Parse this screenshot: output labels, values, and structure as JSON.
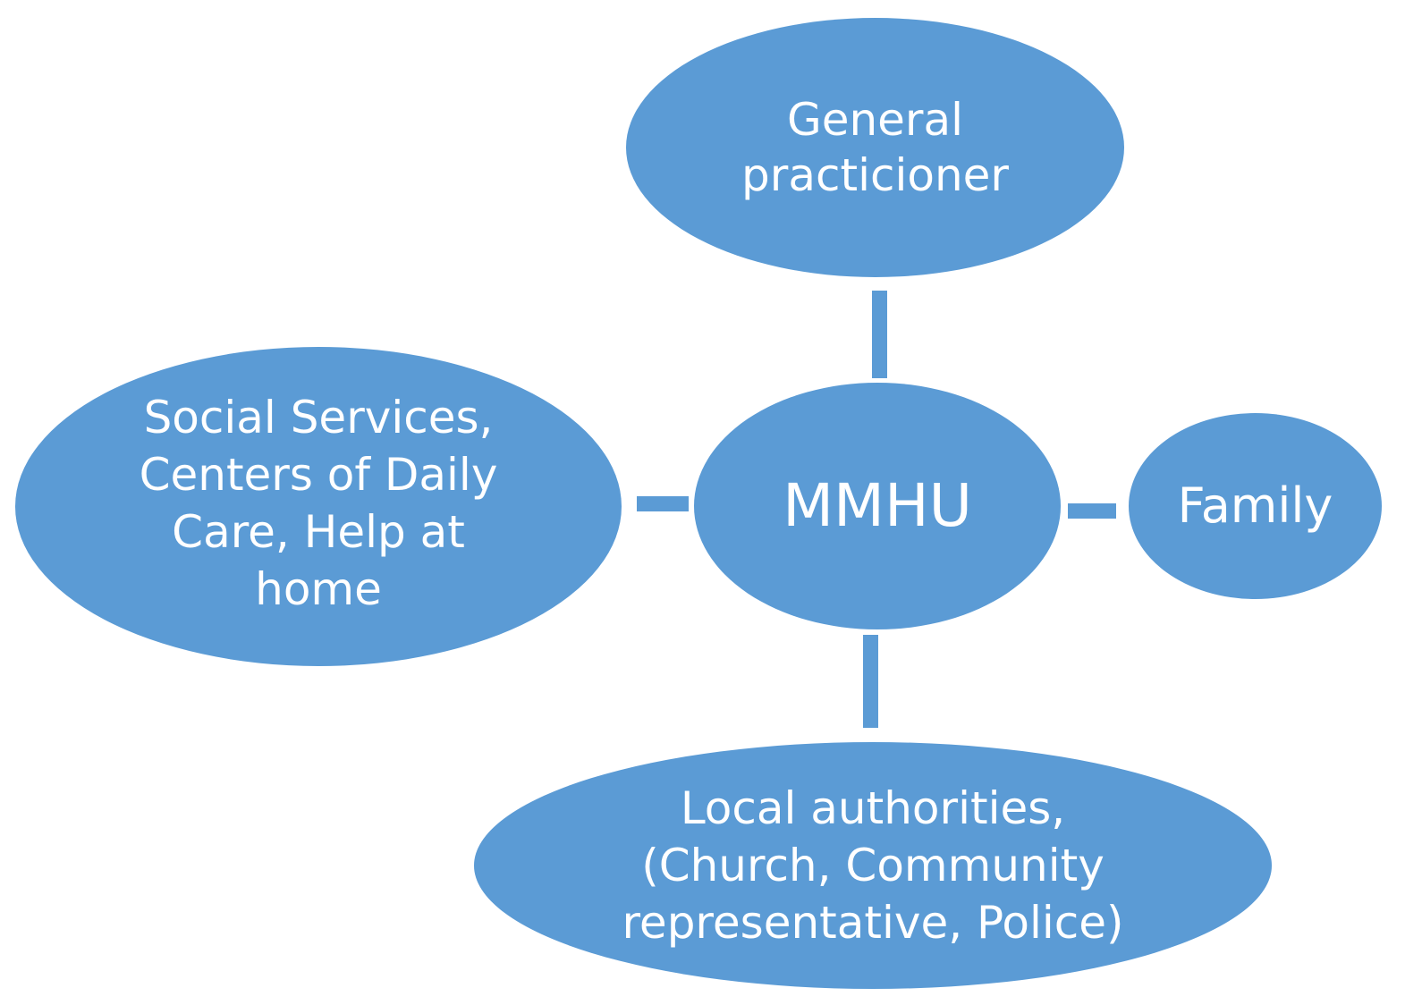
{
  "diagram": {
    "center": {
      "label": "MMHU"
    },
    "nodes": {
      "general_practitioner": {
        "label": "General\npracticioner"
      },
      "social_services": {
        "label": "Social Services,\nCenters of Daily\nCare, Help at\nhome"
      },
      "family": {
        "label": "Family"
      },
      "local_authorities": {
        "label": "Local authorities,\n(Church, Community\nrepresentative, Police)"
      }
    },
    "colors": {
      "node_fill": "#5b9bd5",
      "connector": "#5b9bd5",
      "text": "#ffffff",
      "background": "#ffffff"
    }
  }
}
